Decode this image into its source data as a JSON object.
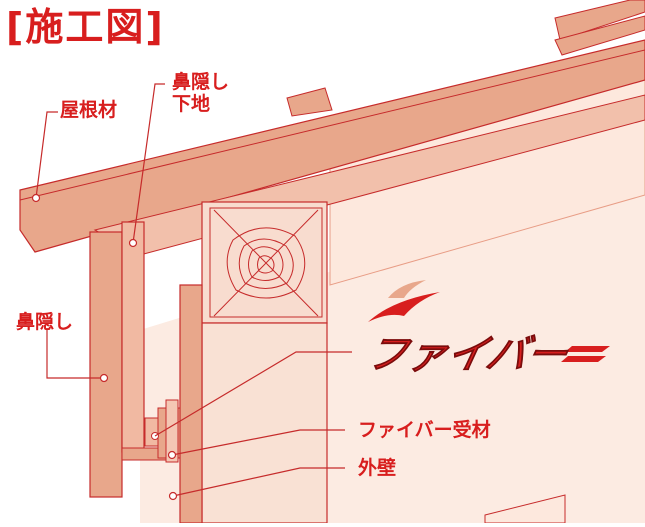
{
  "title": "[施工図]",
  "labels": {
    "roof_material": "屋根材",
    "fascia_base": "鼻隠し\n下地",
    "fascia": "鼻隠し",
    "fiver_receiver": "ファイバー受材",
    "exterior_wall": "外壁"
  },
  "logo": {
    "text": "ファイバー"
  },
  "colors": {
    "accent": "#d81e1e",
    "wood_fill": "#e8a78b",
    "wood_light": "#f8dccf",
    "wall_fill": "#f9e1d4",
    "outline": "#c62b2b"
  }
}
